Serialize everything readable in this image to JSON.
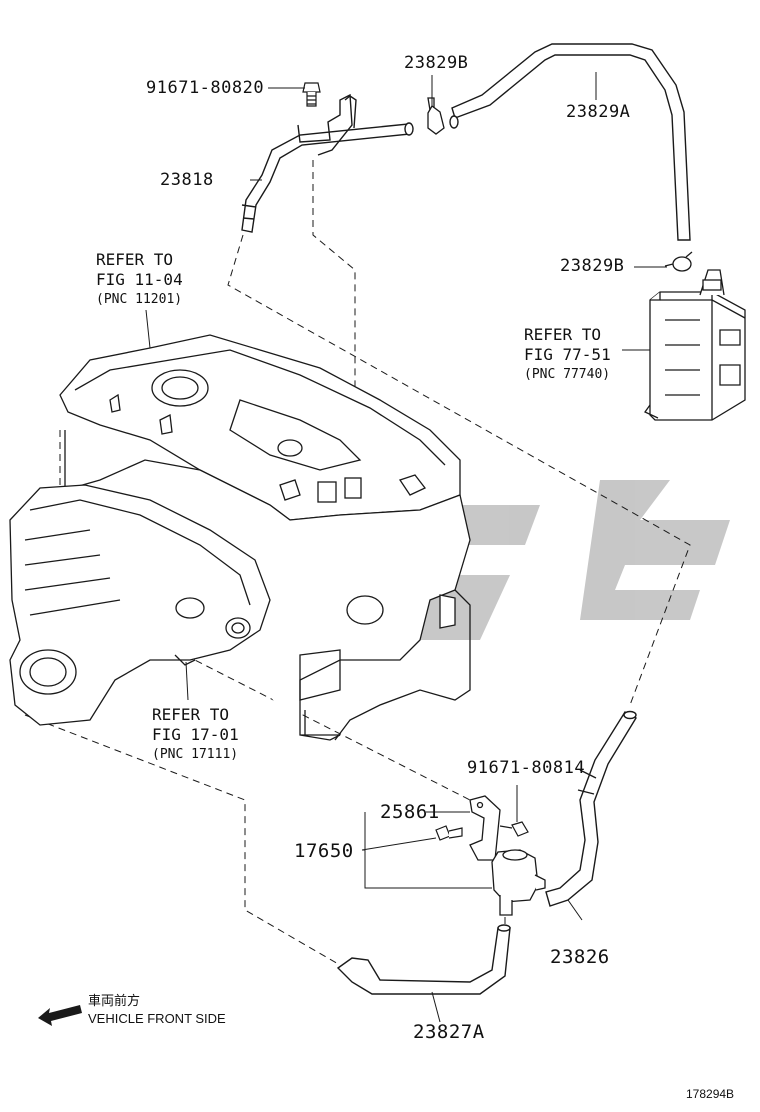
{
  "colors": {
    "ink": "#1a1a1a",
    "watermark": "#9a9a9a",
    "background": "#ffffff"
  },
  "labels": {
    "p91671_80820": "91671-80820",
    "p23829B_top": "23829B",
    "p23829A": "23829A",
    "p23818": "23818",
    "p23829B_mid": "23829B",
    "p91671_80814": "91671-80814",
    "p25861": "25861",
    "p17650": "17650",
    "p23826": "23826",
    "p23827A": "23827A"
  },
  "references": {
    "ref1": {
      "line1": "REFER TO",
      "line2": "FIG 11-04",
      "line3": "(PNC 11201)"
    },
    "ref2": {
      "line1": "REFER TO",
      "line2": "FIG 77-51",
      "line3": "(PNC 77740)"
    },
    "ref3": {
      "line1": "REFER TO",
      "line2": "FIG 17-01",
      "line3": "(PNC 17111)"
    }
  },
  "orientation": {
    "japanese": "車両前方",
    "english": "VEHICLE FRONT SIDE",
    "icon": "arrow-left-icon"
  },
  "figure_number": "178294B"
}
